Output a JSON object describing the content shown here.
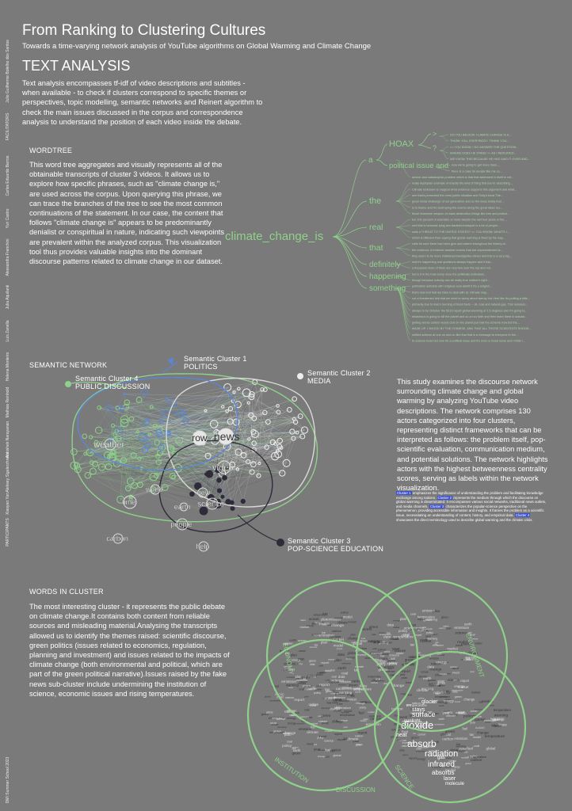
{
  "sidebar": {
    "items": [
      "Julio Guilherme Botelho dos Santos",
      "FACILITATORS",
      "Carlos Eduardo Barros",
      "Yuri Castro",
      "Alessandra Franchini",
      "Julia Aquilanti",
      "Luis Zanella",
      "Helena Monteiro",
      "Mathias Reinhold",
      "Abhishek Narayanan",
      "Aleksey Siguterzhneva",
      "Xiaoyan Yan",
      "PARTICIPANTS",
      "DMI Summer School 2023"
    ]
  },
  "header": {
    "title": "From Ranking to Clustering Cultures",
    "subtitle": "Towards a time-varying network analysis of YouTube algorithms on Global Warming and Climate Change"
  },
  "section": {
    "heading": "TEXT ANALYSIS",
    "intro": "Text analysis encompasses tf-idf of video descriptions and subtitles - when available - to check if clusters correspond to specific themes or perspectives, topic modelling, semantic networks and Reinert algorithm to check the main issues discussed in the corpus and correspondence analysis to understand the position of each video inside the debate."
  },
  "wordtree": {
    "label": "WORDTREE",
    "text": "This word tree aggregates and visually represents all of the obtainable transcripts of cluster 3 videos. It allows us to explore how specific phrases, such as \"climate change is,\" are used across the corpus. Upon querying this phrase, we can trace the branches of the tree to see the most common continuations of the statement. In our case, the content that follows \"climate change is\" appears to be predominantly denialist or conspiritual in nature, indicating such viewpoints are prevalent within the analyzed corpus. This visualization tool thus provides valuable insights into the dominant discourse patterns related to climate change in our dataset.",
    "root": "climate_change_is",
    "branches": [
      "a",
      "the",
      "real",
      "that",
      "definitely",
      "happening",
      "something"
    ],
    "sub_branches": [
      "HOAX",
      "political issue and",
      ">",
      "?"
    ],
    "leaves": [
      "DO YOU BELIEVE CLIMATE CHANGE IS A...",
      "THANK YOU, EVERYBODY. THANK YOU...",
      "<< YOU KNOW, I DO ANSWER THE QUESTION...",
      "WHERE DOES HE STAND >> AS I INDICATED...",
      "WE KNOW THIS BECAUSE HE HAS SAID IT OVER AND...",
      "now we're going to get more trans-...",
      "there is a case for people like me co...",
      "severe and catastrophic problem which is that that statement in itself is not...",
      "really dystopian example of exactly the kind of thing that you're describing...",
      "Climate lockdown is magical what evidence supports this argument and what...",
      "one that's presented the most public situation and Toby's book The...",
      "great moral challenge of our generation and so the news today that...",
      "is to blame and it's destroying the events along the great lakes reo...",
      "those fearsome weapon of mass destruction things like tree and protect...",
      "but 100 percent of scientists or more blessfu the last four years or the...",
      "well this is because tying two bacteria transport is a lot of people...",
      "walk a THREAT TO THE UNITED STATES? >> YOU KNOW, WHAT'S I...",
      "which is different than saying that global warming is fixed by the way...",
      "calls for sure there has been give and waters throughout the history of...",
      "the evidence of extreme weather events that are unprecedented is...",
      "they seem to be more individual investigative driven and this is a very big...",
      "real it's happening real questions always happen and it has...",
      "a thousand more of them are very few over the top and not...",
      "but is it in the hole every once the politically motivated...",
      "though because nobody can be really true mother's right...",
      "pollination activists with religious zeal admit it it's a religion...",
      "that's real and that we have to deal with at. Climate may...",
      "not a threatened risk that we need to worry about twenty but i feel like it's putting a little...",
      "primarily due to man's burning of fossil fuels -- oil, coal and natural gas. This releases...",
      "always to be October the 5019 report global warming of 1.5 degrees and I'm going to...",
      "disastrous is going to kill the planet and so on so forth and then team them in actuals...",
      "getting worse carbon would cost on the planet just bait the scheme now but the...",
      "MADE UP. I SHOOK BY THE CHINESE. AND THAT ALL THOSE SCIENTISTS SHOOK...",
      "settled science at one on and on like that that is a message to everyone in the...",
      "to science hoax but now it's a political issue and it's even a moral issue and I think I..."
    ]
  },
  "semantic_network": {
    "label": "SEMANTIC NETWORK",
    "clusters": [
      {
        "name": "Semantic Cluster 1",
        "title": "POLITICS"
      },
      {
        "name": "Semantic Cluster 2",
        "title": "MEDIA"
      },
      {
        "name": "Semantic Cluster 3",
        "title": "POP-SCIENCE EDUCATION"
      },
      {
        "name": "Semantic Cluster 4",
        "title": "PUBLIC DISCUSSION"
      }
    ],
    "node_labels": [
      "row",
      "news",
      "weather",
      "video",
      "world",
      "new",
      "time",
      "earth",
      "science",
      "people",
      "carbon",
      "help"
    ],
    "description": "This study examines the discourse network surrounding climate change and global warming by analyzing YouTube video descriptions. The network comprises 130 actors categorized into four clusters, representing distinct frameworks that can be interpreted as follows: the problem itself, pop-scientific evaluation, communication medium, and potential solutions. The network highlights actors with the highest betweenness centrality scores, serving as labels within the network visualization.",
    "cluster_notes": [
      {
        "tag": "Cluster 1",
        "text": "emphasizes the significance of understanding the problem and facilitating knowledge exchange among nations."
      },
      {
        "tag": "Cluster 2",
        "text": "represents the medium through which the discourse on global warming is disseminated. It encompasses various social networks, traditional news outlets, and media channels."
      },
      {
        "tag": "Cluster 3",
        "text": "characterizes the popular-science perspective on the phenomenon, providing accessible information and insights. It frames the problem as a scientific issue, necessitating an understanding of content, history, and empirical data."
      },
      {
        "tag": "Cluster 4",
        "text": "showcases the direct terminology used to describe global warming and the climate crisis."
      }
    ]
  },
  "words_in_cluster": {
    "label": "WORDS IN CLUSTER",
    "text": "The most interesting cluster - it represents the public debate on climate change.It contains both content from reliable sources and misleading material.Analysing the transcripts allowed us to identify the themes raised: scientific discourse, green politics (issues related to economics, regulation, planning and investment) and issues related to the impacts of climate change (both environmental and political, which are part of the green political narrative).Issues raised by the fake news sub-cluster include undermining the institution of science, economic issues and rising temperatures.",
    "circles": [
      "ECONOMY",
      "ENVIRONMENT",
      "INSTITUTION",
      "SCIENCE",
      "DISCUSSION"
    ],
    "cloud_words": [
      "dioxide",
      "absorb",
      "radiation",
      "infrared",
      "surface",
      "stays",
      "glacier",
      "absorbs",
      "laser",
      "molecule",
      "heat",
      "gas",
      "sunlight"
    ]
  },
  "colors": {
    "background": "#7a7a7a",
    "green": "#8fd18a",
    "blue": "#5b86d6",
    "dark": "#2f2b3a",
    "white": "#ffffff"
  }
}
